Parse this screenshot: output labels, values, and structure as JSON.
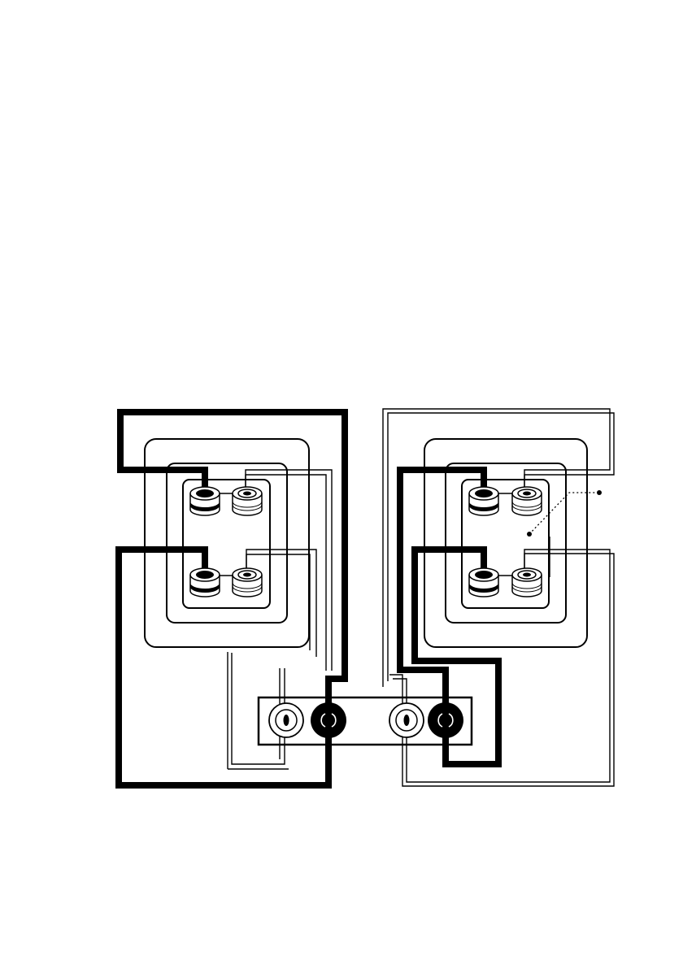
{
  "colors": {
    "background": "#ffffff",
    "ink": "#000000"
  },
  "diagram": {
    "speakers": [
      {
        "id": "left",
        "terminals": 4
      },
      {
        "id": "right",
        "terminals": 4
      }
    ],
    "amplifier_outputs": 4,
    "icons": [
      "binding-post-icon",
      "amplifier-terminal-icon"
    ]
  }
}
